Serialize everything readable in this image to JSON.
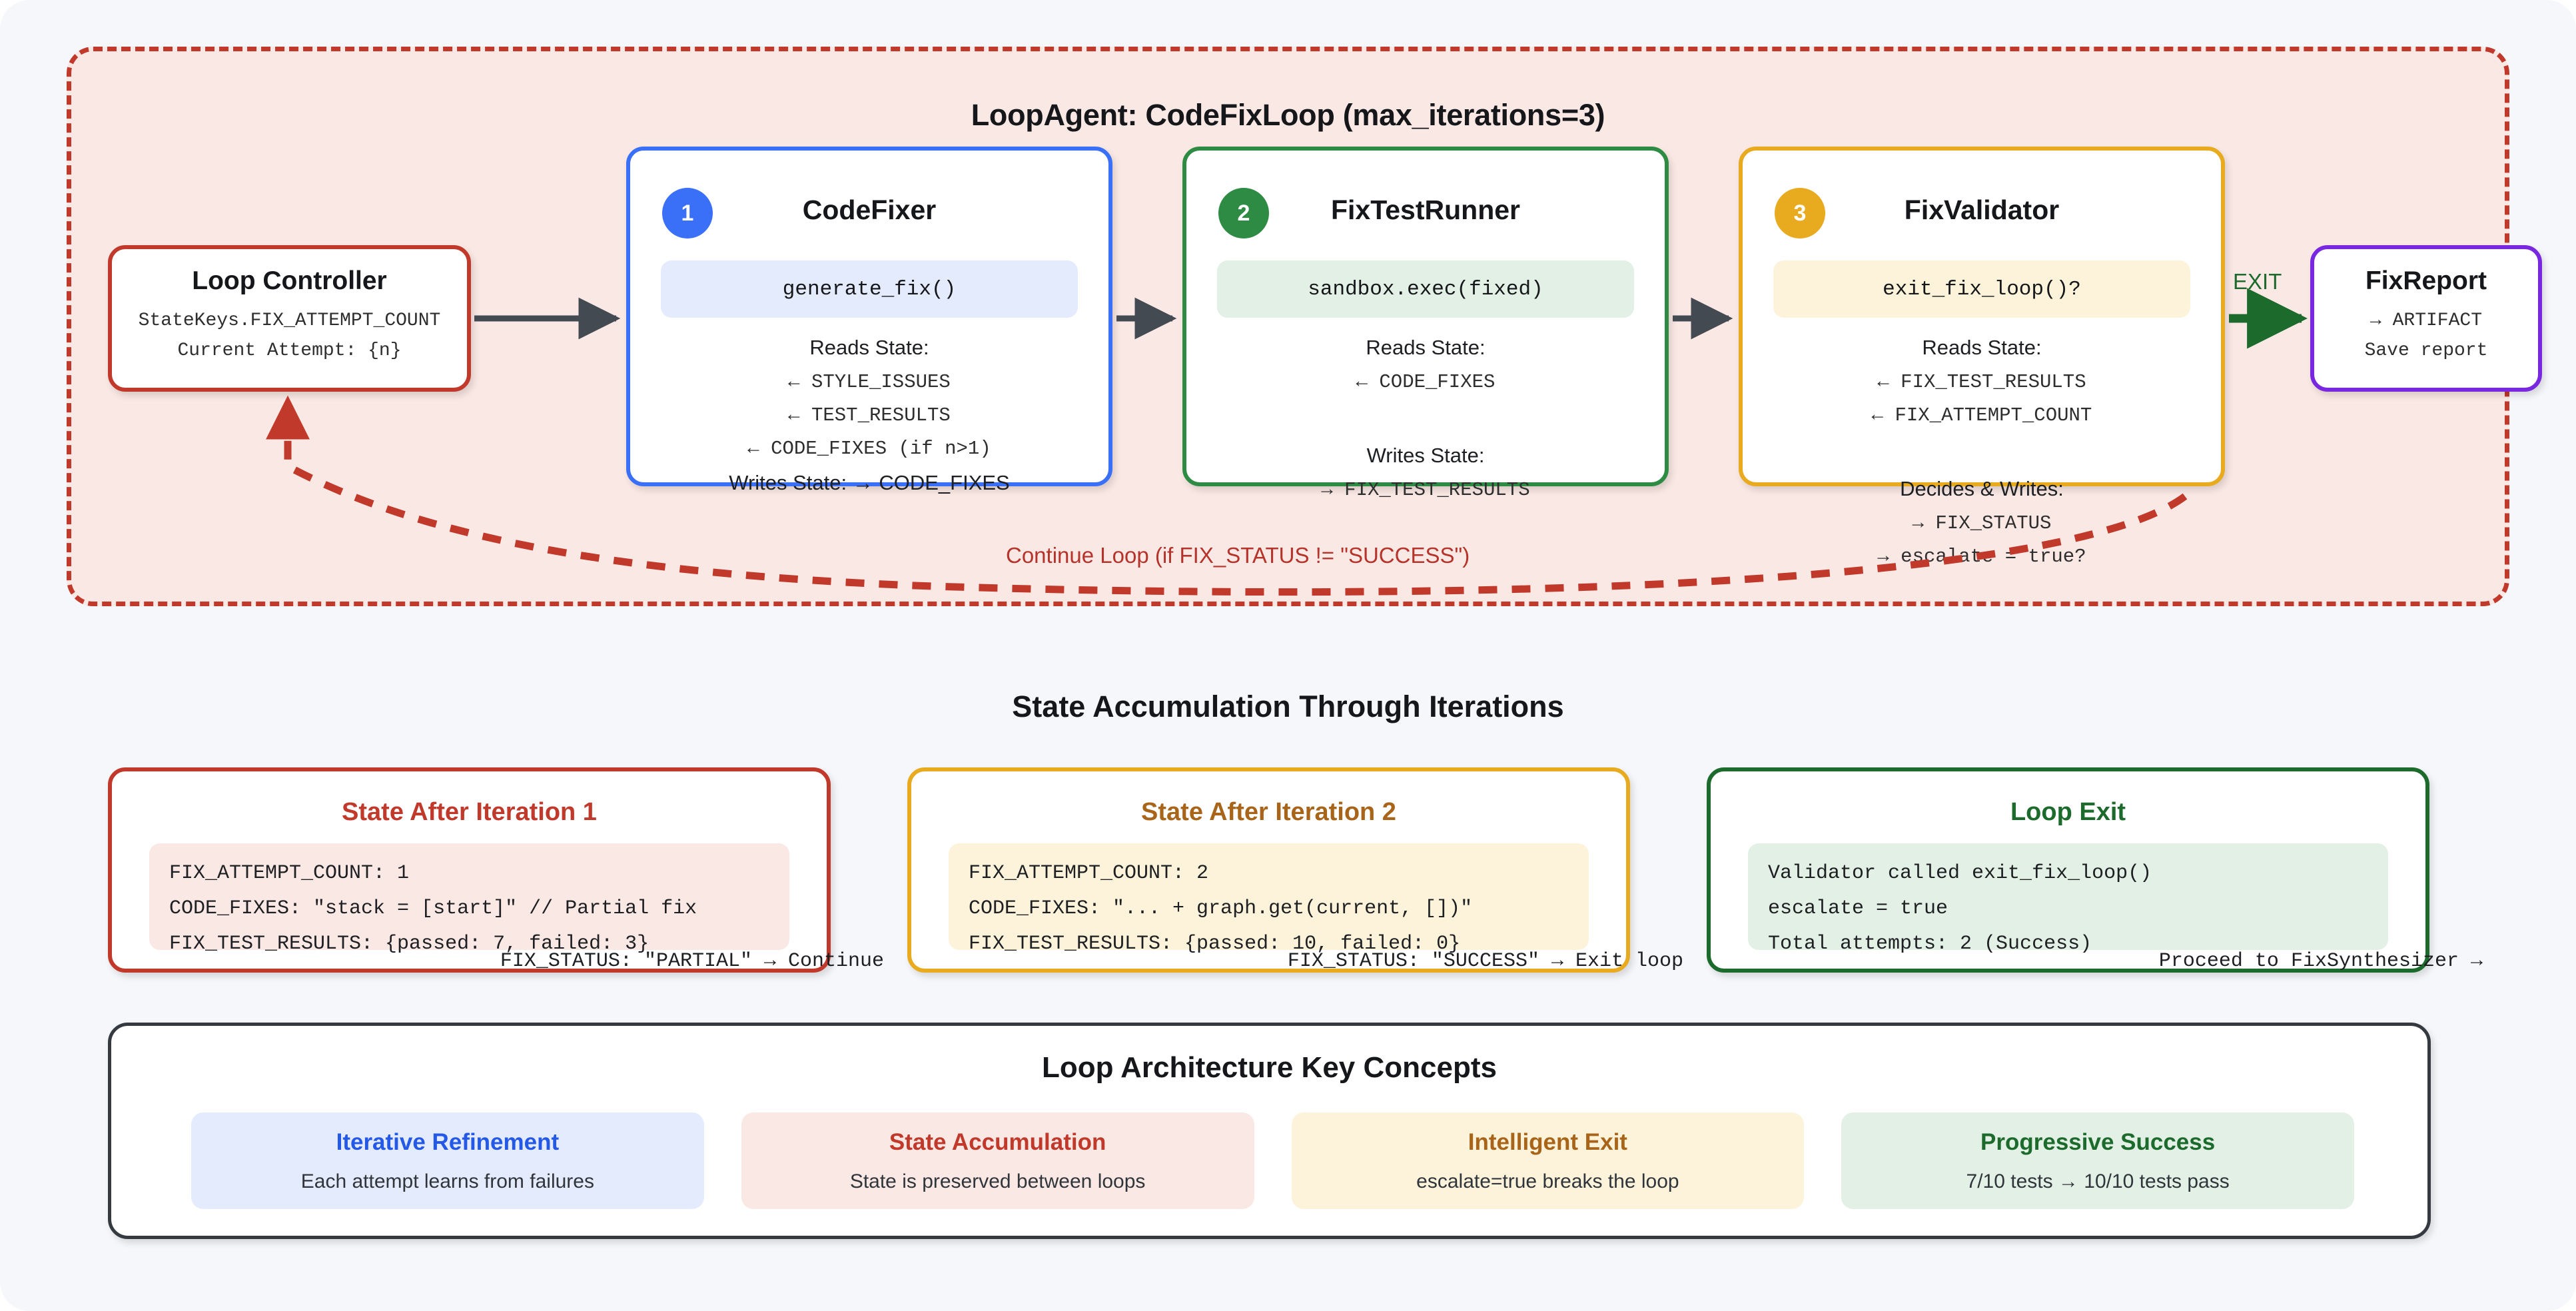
{
  "loop": {
    "title": "LoopAgent: CodeFixLoop (max_iterations=3)",
    "continue_label": "Continue Loop (if FIX_STATUS != \"SUCCESS\")",
    "exit_label": "EXIT"
  },
  "controller": {
    "title": "Loop Controller",
    "line1": "StateKeys.FIX_ATTEMPT_COUNT",
    "line2": "Current Attempt: {n}"
  },
  "agents": [
    {
      "badge": "1",
      "title": "CodeFixer",
      "code": "generate_fix()",
      "reads_label": "Reads State:",
      "reads": [
        "← STYLE_ISSUES",
        "← TEST_RESULTS",
        "← CODE_FIXES (if n>1)"
      ],
      "writes_label": "Writes State: → CODE_FIXES",
      "writes": [],
      "color": "#3a6ff7"
    },
    {
      "badge": "2",
      "title": "FixTestRunner",
      "code": "sandbox.exec(fixed)",
      "reads_label": "Reads State:",
      "reads": [
        "← CODE_FIXES"
      ],
      "writes_label": "Writes State:",
      "writes": [
        "→ FIX_TEST_RESULTS"
      ],
      "color": "#2e8b43"
    },
    {
      "badge": "3",
      "title": "FixValidator",
      "code": "exit_fix_loop()?",
      "reads_label": "Reads State:",
      "reads": [
        "← FIX_TEST_RESULTS",
        "← FIX_ATTEMPT_COUNT"
      ],
      "writes_label": "Decides & Writes:",
      "writes": [
        "→ FIX_STATUS",
        "→ escalate = true?"
      ],
      "color": "#e8ab20"
    }
  ],
  "report": {
    "title": "FixReport",
    "line1": "→ ARTIFACT",
    "line2": "Save report"
  },
  "state_section": {
    "heading": "State Accumulation Through Iterations",
    "cards": [
      {
        "title": "State After Iteration 1",
        "lines": [
          "FIX_ATTEMPT_COUNT: 1",
          "CODE_FIXES: \"stack = [start]\" // Partial fix",
          "FIX_TEST_RESULTS: {passed: 7, failed: 3}"
        ],
        "footer": "FIX_STATUS: \"PARTIAL\" → Continue"
      },
      {
        "title": "State After Iteration 2",
        "lines": [
          "FIX_ATTEMPT_COUNT: 2",
          "CODE_FIXES: \"... + graph.get(current, [])\"",
          "FIX_TEST_RESULTS: {passed: 10, failed: 0}"
        ],
        "footer": "FIX_STATUS: \"SUCCESS\" → Exit loop"
      },
      {
        "title": "Loop Exit",
        "lines": [
          "Validator called exit_fix_loop()",
          "escalate = true",
          "Total attempts: 2 (Success)"
        ],
        "footer": "Proceed to FixSynthesizer →"
      }
    ]
  },
  "concepts_section": {
    "heading": "Loop Architecture Key Concepts",
    "items": [
      {
        "title": "Iterative Refinement",
        "desc": "Each attempt learns from failures"
      },
      {
        "title": "State Accumulation",
        "desc": "State is preserved between loops"
      },
      {
        "title": "Intelligent Exit",
        "desc": "escalate=true breaks the loop"
      },
      {
        "title": "Progressive Success",
        "desc": "7/10 tests → 10/10 tests pass"
      }
    ]
  },
  "colors": {
    "loop_border": "#c0392b",
    "loop_fill": "#fae8e4",
    "blue": "#3a6ff7",
    "green": "#2e8b43",
    "yellow": "#e8ab20",
    "purple": "#7a28e0",
    "arrow_gray": "#444a52",
    "exit_green": "#1d6b2c"
  }
}
